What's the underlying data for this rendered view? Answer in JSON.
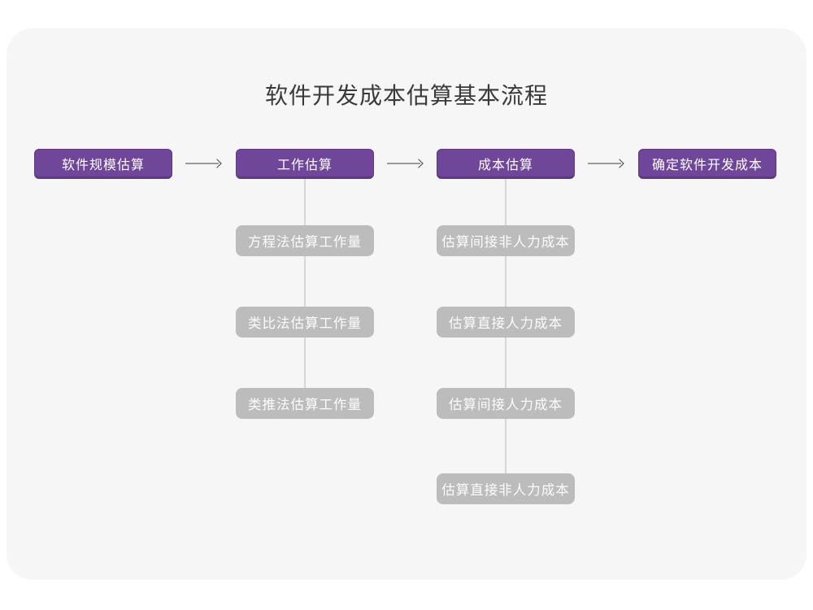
{
  "title": "软件开发成本估算基本流程",
  "colors": {
    "card_bg": "#f6f6f7",
    "primary": "#6f4699",
    "primary_dark": "#5c3982",
    "sub_bg": "#bcbcbc",
    "node_text": "#ffffff",
    "connector": "#d6d6d6",
    "arrow": "#3f3f3f",
    "title_text": "#3a3a3a"
  },
  "flow": {
    "main_steps": [
      {
        "label": "软件规模估算"
      },
      {
        "label": "工作估算"
      },
      {
        "label": "成本估算"
      },
      {
        "label": "确定软件开发成本"
      }
    ],
    "work_substeps": [
      {
        "label": "方程法估算工作量"
      },
      {
        "label": "类比法估算工作量"
      },
      {
        "label": "类推法估算工作量"
      }
    ],
    "cost_substeps": [
      {
        "label": "估算间接非人力成本"
      },
      {
        "label": "估算直接人力成本"
      },
      {
        "label": "估算间接人力成本"
      },
      {
        "label": "估算直接非人力成本"
      }
    ]
  }
}
